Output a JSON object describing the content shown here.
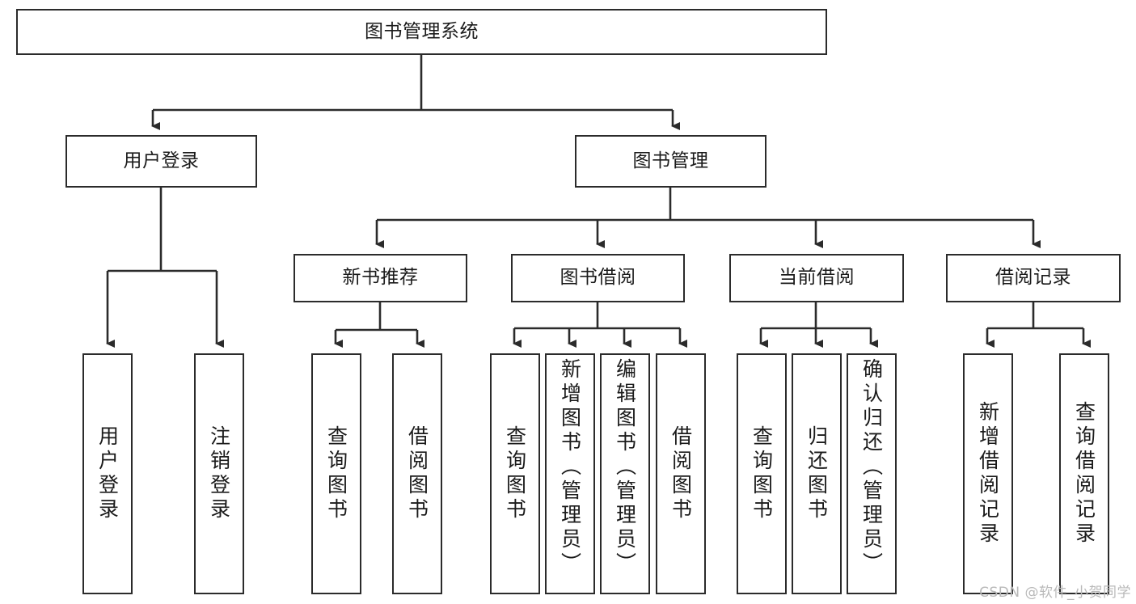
{
  "diagram": {
    "title": "图书管理系统",
    "type": "tree",
    "watermark": "CSDN @软件_小贺同学",
    "colors": {
      "box_border": "#2b2b2b",
      "box_fill": "#ffffff",
      "edge": "#2b2b2b",
      "text": "#1b1b1b",
      "watermark": "#b9b9b9",
      "background": "#ffffff"
    },
    "levels": {
      "root": {
        "label": "图书管理系统"
      },
      "level2": [
        {
          "id": "user-login",
          "label": "用户登录"
        },
        {
          "id": "book-manage",
          "label": "图书管理"
        }
      ],
      "level3": [
        {
          "id": "new-book-recommend",
          "label": "新书推荐"
        },
        {
          "id": "book-borrow",
          "label": "图书借阅"
        },
        {
          "id": "current-borrow",
          "label": "当前借阅"
        },
        {
          "id": "borrow-record",
          "label": "借阅记录"
        }
      ],
      "leaves": {
        "user-login": [
          {
            "id": "leaf-user-login",
            "label": "用户登录"
          },
          {
            "id": "leaf-user-logout",
            "label": "注销登录"
          }
        ],
        "new-book-recommend": [
          {
            "id": "leaf-query-book-1",
            "label": "查询图书"
          },
          {
            "id": "leaf-borrow-book-1",
            "label": "借阅图书"
          }
        ],
        "book-borrow": [
          {
            "id": "leaf-query-book-2",
            "label": "查询图书"
          },
          {
            "id": "leaf-add-book",
            "label": "新增图书（管理员）"
          },
          {
            "id": "leaf-edit-book",
            "label": "编辑图书（管理员）"
          },
          {
            "id": "leaf-borrow-book-2",
            "label": "借阅图书"
          }
        ],
        "current-borrow": [
          {
            "id": "leaf-query-book-3",
            "label": "查询图书"
          },
          {
            "id": "leaf-return-book",
            "label": "归还图书"
          },
          {
            "id": "leaf-confirm-return",
            "label": "确认归还（管理员）"
          }
        ],
        "borrow-record": [
          {
            "id": "leaf-add-record",
            "label": "新增借阅记录"
          },
          {
            "id": "leaf-query-record",
            "label": "查询借阅记录"
          }
        ]
      }
    }
  }
}
